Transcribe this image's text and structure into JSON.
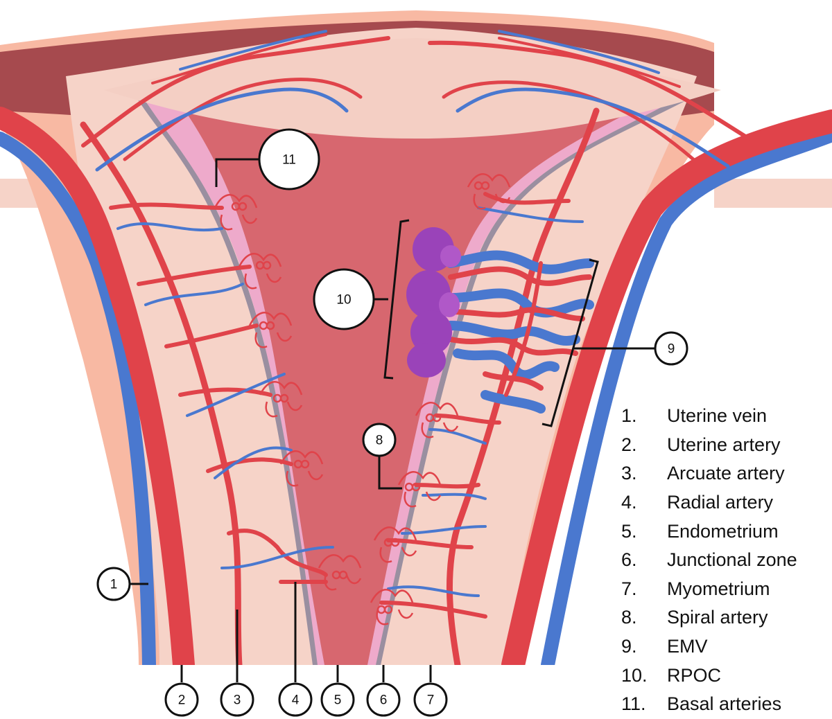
{
  "callouts": {
    "c1": "1",
    "c2": "2",
    "c3": "3",
    "c4": "4",
    "c5": "5",
    "c6": "6",
    "c7": "7",
    "c8": "8",
    "c9": "9",
    "c10": "10",
    "c11": "11"
  },
  "legend": [
    {
      "num": "1.",
      "label": "Uterine vein"
    },
    {
      "num": "2.",
      "label": "Uterine artery"
    },
    {
      "num": "3.",
      "label": "Arcuate artery"
    },
    {
      "num": "4.",
      "label": "Radial artery"
    },
    {
      "num": "5.",
      "label": "Endometrium"
    },
    {
      "num": "6.",
      "label": "Junctional zone"
    },
    {
      "num": "7.",
      "label": "Myometrium"
    },
    {
      "num": "8.",
      "label": "Spiral artery"
    },
    {
      "num": "9.",
      "label": "EMV"
    },
    {
      "num": "10.",
      "label": "RPOC"
    },
    {
      "num": "11.",
      "label": "Basal arteries"
    }
  ],
  "colors": {
    "artery": "#e0434a",
    "artery_dark": "#b72c35",
    "vein": "#4a78cf",
    "myometrium": "#f6d3c8",
    "serosa": "#f8b9a3",
    "endometrium": "#eeaacb",
    "junctional_zone": "#9a8fa0",
    "cavity": "#d7676f",
    "rpoc": "#9a43b9",
    "outer_band": "#a64a4e"
  }
}
